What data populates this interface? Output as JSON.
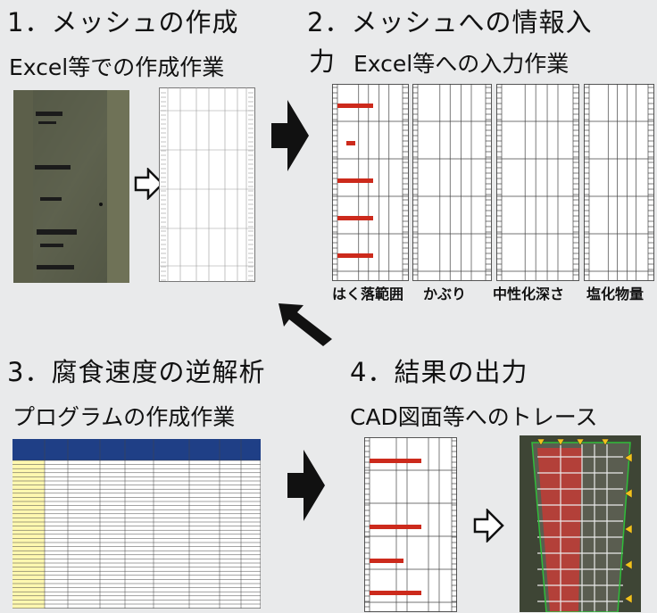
{
  "step1": {
    "title": "1．メッシュの作成",
    "subtitle": "Excel等での作成作業"
  },
  "step2": {
    "title": "2．メッシュへの情報入",
    "title_cont": "力",
    "subtitle": "Excel等への入力作業",
    "panels": [
      "はく落範囲",
      "かぶり",
      "中性化深さ",
      "塩化物量"
    ]
  },
  "step3": {
    "title": "3．腐食速度の逆解析",
    "subtitle": "プログラムの作成作業"
  },
  "step4": {
    "title": "4．結果の出力",
    "subtitle": "CAD図面等へのトレース"
  },
  "colors": {
    "background": "#e9eaeb",
    "mark_red": "#cc2a1c",
    "table_header": "#1f3f86",
    "table_highlight": "#fff8b0",
    "arrow": "#111111"
  },
  "icons": [
    "photo-concrete-beam",
    "hollow-right-arrow",
    "black-right-arrow",
    "black-diagonal-arrow",
    "triangle-marker"
  ]
}
